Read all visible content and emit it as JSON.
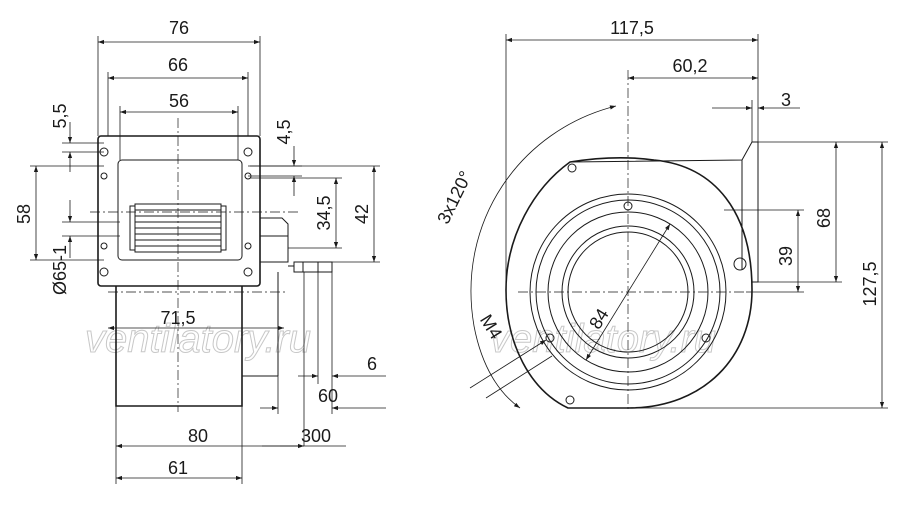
{
  "front_view": {
    "dims": {
      "d76": "76",
      "d66": "66",
      "d56": "56",
      "d5_5": "5,5",
      "d4_5": "4,5",
      "d58": "58",
      "d34_5": "34,5",
      "d42": "42",
      "d65": "Ø65-1",
      "d71_5": "71,5",
      "d6": "6",
      "d60": "60",
      "d80": "80",
      "d300": "300",
      "d61": "61"
    }
  },
  "side_view": {
    "dims": {
      "d117_5": "117,5",
      "d60_2": "60,2",
      "d3": "3",
      "d68": "68",
      "d39": "39",
      "d127_5": "127,5",
      "d84": "84",
      "d3x120": "3x120°",
      "dM4": "M4"
    }
  },
  "watermark": {
    "left": "ventilatory.ru",
    "right": "ventilatory.ru"
  }
}
